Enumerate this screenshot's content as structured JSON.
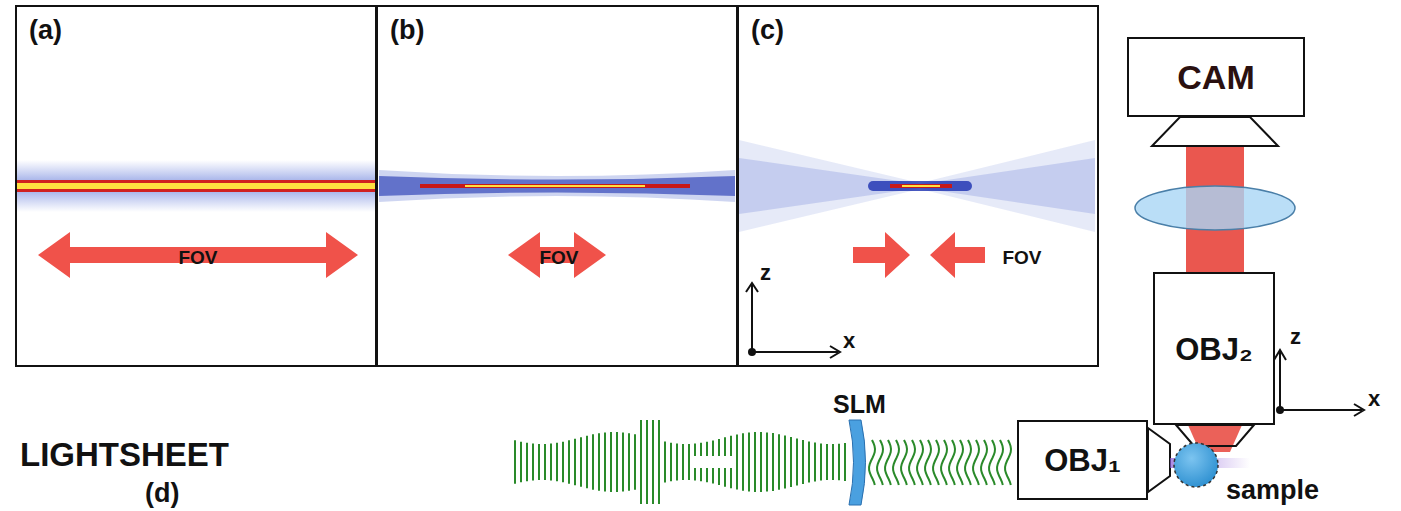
{
  "diagram": {
    "nodes": [
      {
        "text": [
          "(a)",
          "FOV"
        ]
      },
      {
        "text": [
          "(b)",
          "FOV"
        ]
      },
      {
        "text": [
          "(c)",
          "FOV"
        ]
      },
      {
        "text": [
          "CAM"
        ]
      },
      {
        "text": [
          "OBJ₂"
        ]
      },
      {
        "text": [
          "OBJ₁"
        ]
      }
    ],
    "edges": [
      {
        "from": 4,
        "to": 3,
        "arrow": "none"
      }
    ],
    "labels": [
      "z",
      "x",
      "z",
      "x",
      "LIGHTSHEET",
      "(d)",
      "SLM",
      "sample"
    ]
  }
}
